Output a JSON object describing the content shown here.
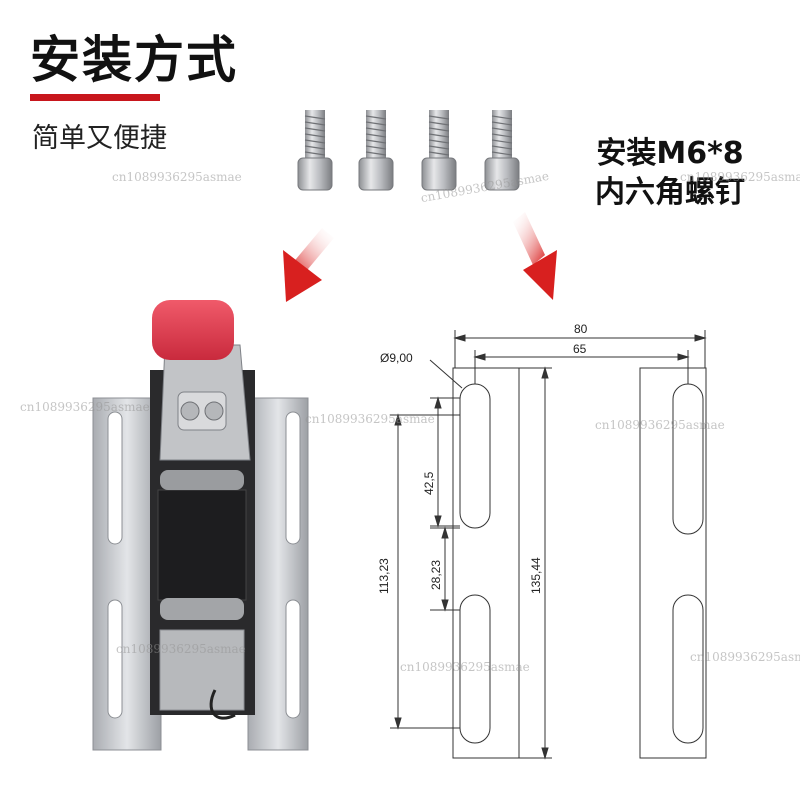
{
  "header": {
    "title": "安装方式",
    "subtitle": "简单又便捷"
  },
  "screw_note": {
    "line1": "安装M6*8",
    "line2": "内六角螺钉"
  },
  "watermark": "cn1089936295asmae",
  "drawing": {
    "hole_diameter": "Ø9,00",
    "width_outer": "80",
    "width_inner": "65",
    "slot_length": "42,5",
    "slot_gap": "28,23",
    "span_inner": "113,23",
    "span_outer": "135,44"
  },
  "colors": {
    "accent": "#c8161d",
    "roller": "#e03a4e",
    "metal": "#c9cbcf",
    "line": "#333333"
  }
}
